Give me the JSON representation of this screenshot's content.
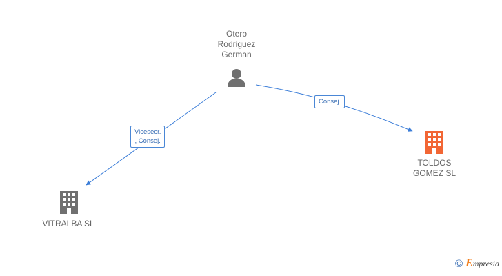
{
  "nodes": {
    "person": {
      "label": "Otero\nRodriguez\nGerman",
      "icon": "person-icon",
      "color": "#707070"
    },
    "company_right": {
      "label": "TOLDOS\nGOMEZ SL",
      "icon": "building-icon",
      "color": "#f26634"
    },
    "company_left": {
      "label": "VITRALBA SL",
      "icon": "building-icon",
      "color": "#707070"
    }
  },
  "edges": [
    {
      "from": "person",
      "to": "company_left",
      "label": "Vicesecr.\n, Consej."
    },
    {
      "from": "person",
      "to": "company_right",
      "label": "Consej."
    }
  ],
  "edge_color": "#3b7dd8",
  "watermark": {
    "copyright": "©",
    "brand_initial": "E",
    "brand_rest": "mpresia"
  }
}
